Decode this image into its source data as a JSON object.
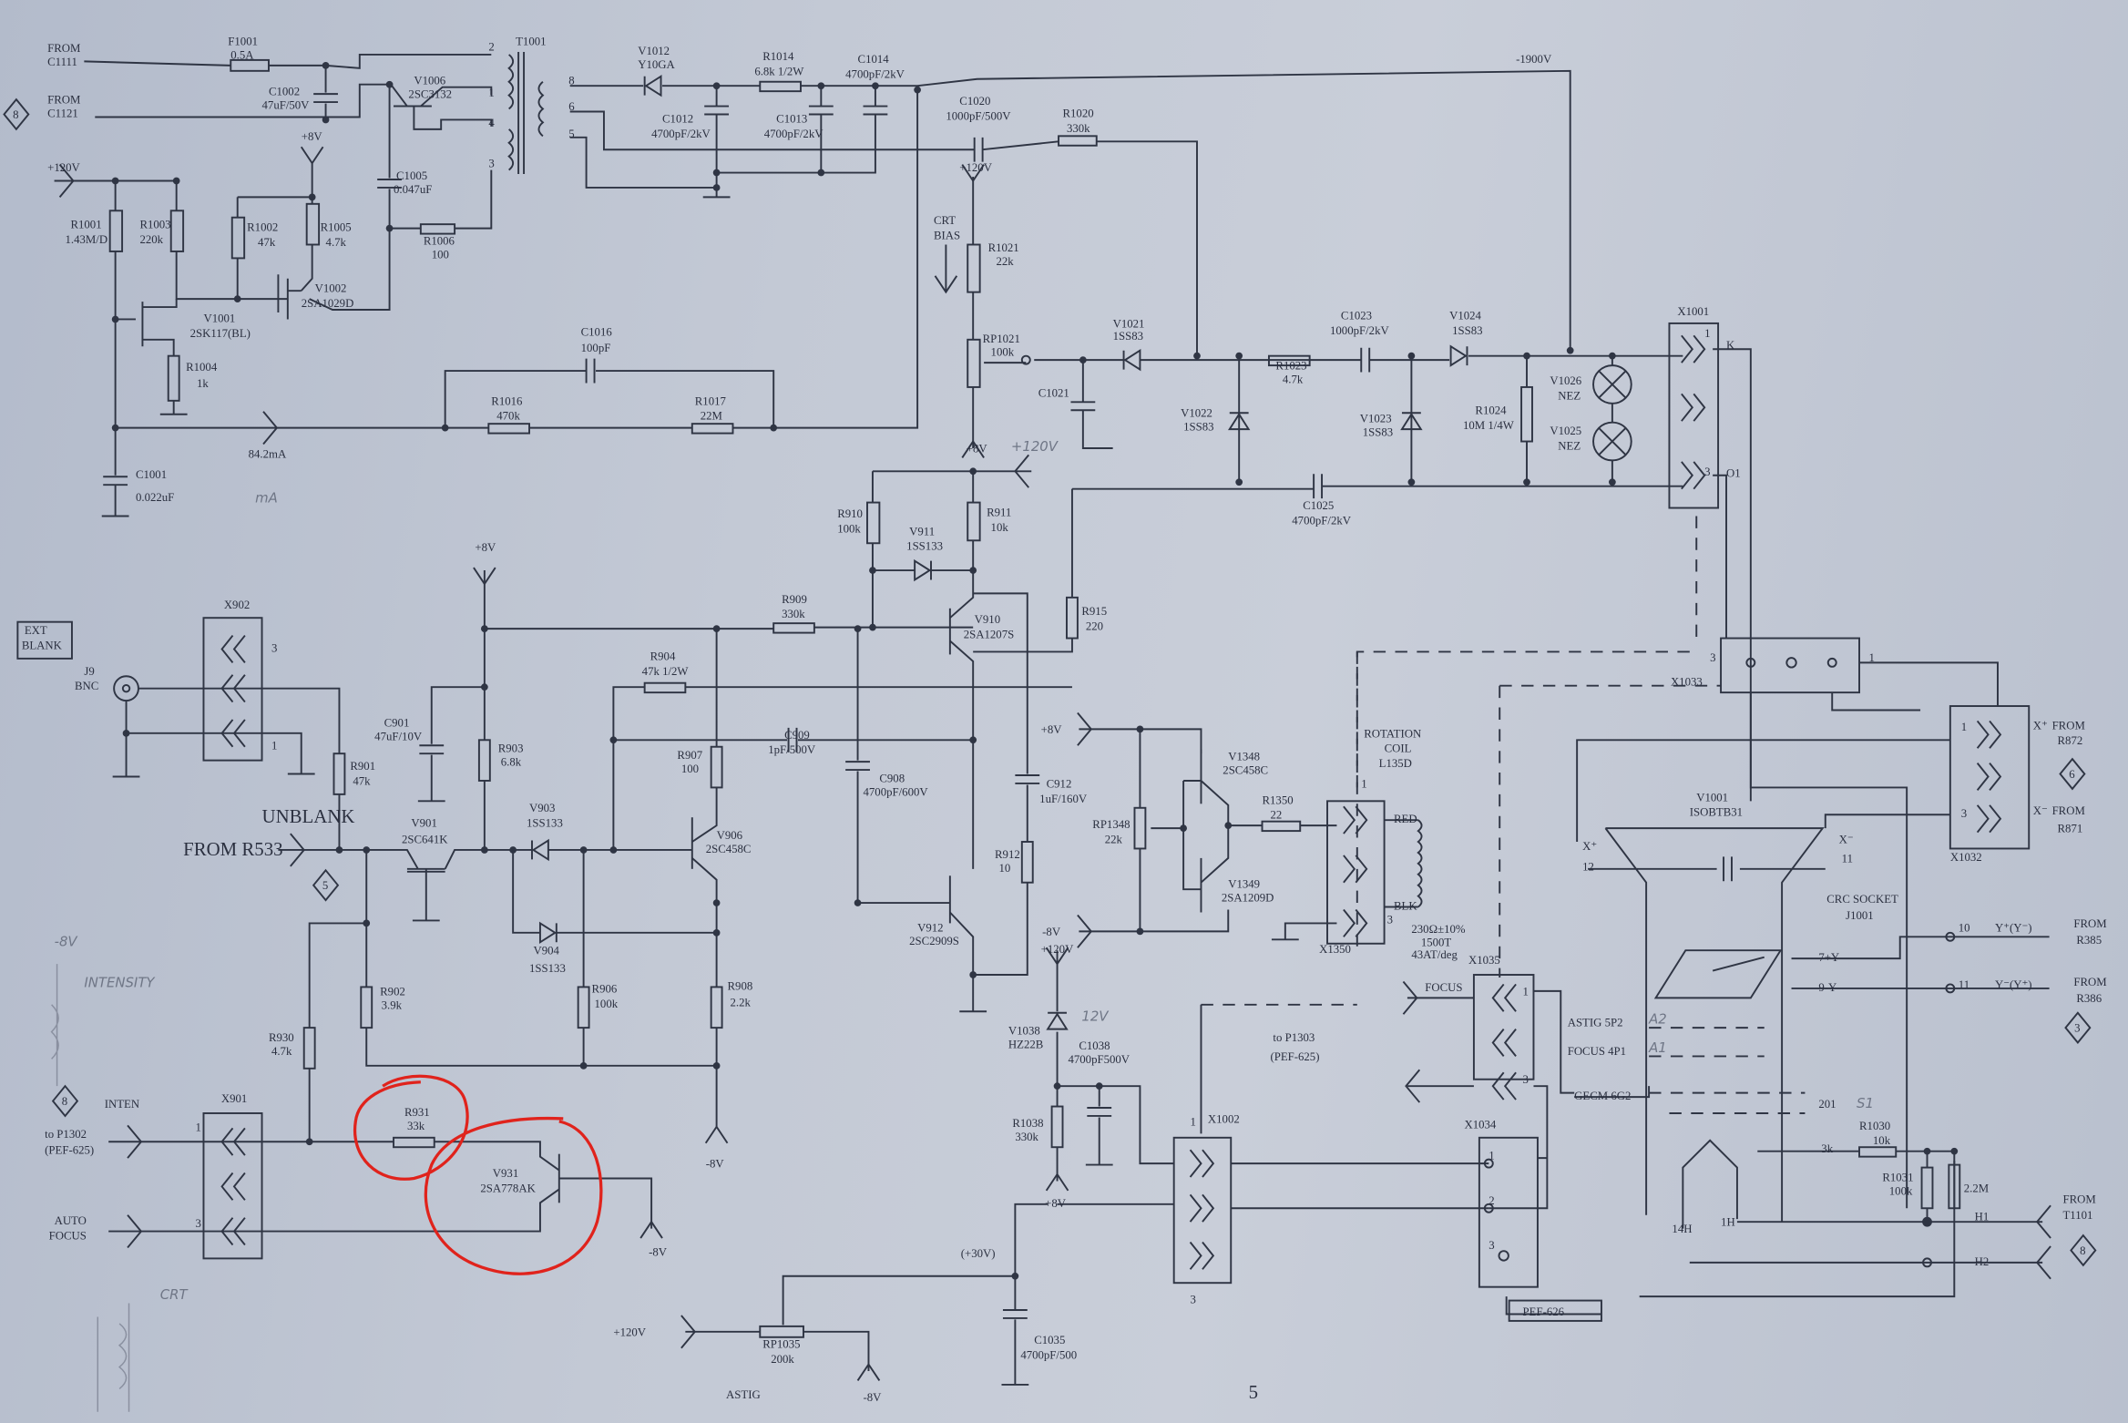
{
  "page_number": "5",
  "components": {
    "F1001": [
      "F1001",
      "0.5A"
    ],
    "C1002": [
      "C1002",
      "47uF/50V"
    ],
    "V1006": [
      "V1006",
      "2SC3132"
    ],
    "C1005": [
      "C1005",
      "0.047uF"
    ],
    "R1001": [
      "R1001",
      "1.43M/D"
    ],
    "R1003": [
      "R1003",
      "220k"
    ],
    "R1002": [
      "R1002",
      "47k"
    ],
    "R1005": [
      "R1005",
      "4.7k"
    ],
    "R1006": [
      "R1006",
      "100"
    ],
    "V1002": [
      "V1002",
      "2SA1029D"
    ],
    "V1001": [
      "V1001",
      "2SK117(BL)"
    ],
    "R1004": [
      "R1004",
      "1k"
    ],
    "C1016": [
      "C1016",
      "100pF"
    ],
    "R1016": [
      "R1016",
      "470k"
    ],
    "R1017": [
      "R1017",
      "22M"
    ],
    "C1001": [
      "C1001",
      "0.022uF"
    ],
    "V1012": [
      "V1012",
      "Y10GA"
    ],
    "R1014": [
      "R1014",
      "6.8k 1/2W"
    ],
    "C1014": [
      "C1014",
      "4700pF/2kV"
    ],
    "C1012": [
      "C1012",
      "4700pF/2kV"
    ],
    "C1013": [
      "C1013",
      "4700pF/2kV"
    ],
    "C1020": [
      "C1020",
      "1000pF/500V"
    ],
    "R1020": [
      "R1020",
      "330k"
    ],
    "R1021": [
      "R1021",
      "22k"
    ],
    "RP1021": [
      "RP1021",
      "100k"
    ],
    "V1021": [
      "V1021",
      "1SS83"
    ],
    "C1021": [
      "C1021"
    ],
    "V1022": [
      "V1022",
      "1SS83"
    ],
    "R1023": [
      "R1023",
      "4.7k"
    ],
    "C1023": [
      "C1023",
      "1000pF/2kV"
    ],
    "V1024": [
      "V1024",
      "1SS83"
    ],
    "V1023": [
      "V1023",
      "1SS83"
    ],
    "R1024": [
      "R1024",
      "10M 1/4W"
    ],
    "V1026": [
      "V1026",
      "NEZ"
    ],
    "V1025": [
      "V1025",
      "NEZ"
    ],
    "C1025": [
      "C1025",
      "4700pF/2kV"
    ],
    "X1001": [
      "X1001"
    ],
    "T1001": [
      "T1001"
    ],
    "X902": [
      "X902"
    ],
    "J9": [
      "J9",
      "BNC"
    ],
    "C901": [
      "C901",
      "47uF/10V"
    ],
    "R901": [
      "R901",
      "47k"
    ],
    "R903": [
      "R903",
      "6.8k"
    ],
    "V901": [
      "V901",
      "2SC641K"
    ],
    "V903": [
      "V903",
      "1SS133"
    ],
    "R904": [
      "R904",
      "47k 1/2W"
    ],
    "R909": [
      "R909",
      "330k"
    ],
    "C909": [
      "C909",
      "1pF/500V"
    ],
    "R907": [
      "R907",
      "100"
    ],
    "V906": [
      "V906",
      "2SC458C"
    ],
    "C908": [
      "C908",
      "4700pF/600V"
    ],
    "R910": [
      "R910",
      "100k"
    ],
    "V911": [
      "V911",
      "1SS133"
    ],
    "R911": [
      "R911",
      "10k"
    ],
    "V910": [
      "V910",
      "2SA1207S"
    ],
    "R915": [
      "R915",
      "220"
    ],
    "C912": [
      "C912",
      "1uF/160V"
    ],
    "R912": [
      "R912",
      "10"
    ],
    "V912": [
      "V912",
      "2SC2909S"
    ],
    "V904": [
      "V904",
      "1SS133"
    ],
    "R902": [
      "R902",
      "3.9k"
    ],
    "R906": [
      "R906",
      "100k"
    ],
    "R908": [
      "R908",
      "2.2k"
    ],
    "R930": [
      "R930",
      "4.7k"
    ],
    "X901": [
      "X901"
    ],
    "R931": [
      "R931",
      "33k"
    ],
    "V931": [
      "V931",
      "2SA778AK"
    ],
    "RP1035": [
      "RP1035",
      "200k"
    ],
    "C1035": [
      "C1035",
      "4700pF/500"
    ],
    "V1348": [
      "V1348",
      "2SC458C"
    ],
    "RP1348": [
      "RP1348",
      "22k"
    ],
    "R1350": [
      "R1350",
      "22"
    ],
    "V1349": [
      "V1349",
      "2SA1209D"
    ],
    "X1350": [
      "X1350"
    ],
    "V1038": [
      "V1038",
      "HZ22B"
    ],
    "C1038": [
      "C1038",
      "4700pF500V"
    ],
    "R1038": [
      "R1038",
      "330k"
    ],
    "X1002": [
      "X1002"
    ],
    "X1035": [
      "X1035"
    ],
    "X1034": [
      "X1034"
    ],
    "X1033": [
      "X1033"
    ],
    "X1032": [
      "X1032"
    ],
    "V1001_CRT": [
      "V1001",
      "ISOBTB31"
    ],
    "R1030": [
      "R1030",
      "10k"
    ],
    "R1031": [
      "R1031",
      "100k"
    ],
    "R_2_2M": [
      "2.2M"
    ]
  },
  "nets": {
    "from_c1111": [
      "FROM",
      "C1111"
    ],
    "from_c1121": [
      "FROM",
      "C1121"
    ],
    "plus8v": "+8V",
    "plus120v": "+120V",
    "minus8v": "-8V",
    "current": "84.2mA",
    "minus1900v": "-1900V",
    "crt_bias": [
      "CRT",
      "BIAS"
    ],
    "ext_blank": [
      "EXT",
      "BLANK"
    ],
    "unblank": "UNBLANK",
    "from_r533": "FROM R533",
    "inten": "INTEN",
    "to_p1302": [
      "to P1302",
      "(PEF-625)"
    ],
    "auto_focus": [
      "AUTO",
      "FOCUS"
    ],
    "astig": "ASTIG",
    "plus30v": "(+30V)",
    "rotation_coil": [
      "ROTATION",
      "COIL",
      "L135D"
    ],
    "red": "RED",
    "blk": "BLK",
    "coil_spec": [
      "230Ω±10%",
      "1500T",
      "43AT/deg"
    ],
    "to_p1303": [
      "to P1303",
      "(PEF-625)"
    ],
    "focus": "FOCUS",
    "astig_5p2": "ASTIG 5P2",
    "focus_4p1": "FOCUS 4P1",
    "gecm_6g2": "GECM 6G2",
    "pef_626": "PEF-626",
    "x_plus_from": [
      "X⁺",
      "FROM",
      "R872"
    ],
    "x_minus_from": [
      "X⁻",
      "FROM",
      "R871"
    ],
    "crt_x_plus": [
      "X⁺",
      "12"
    ],
    "crt_x_minus": [
      "X⁻",
      "11"
    ],
    "crc_socket": [
      "CRC SOCKET",
      "J1001"
    ],
    "y_plus": [
      "10",
      "Y⁺(Y⁻)",
      "FROM",
      "R385"
    ],
    "y_minus": [
      "11",
      "Y⁻(Y⁺)",
      "FROM",
      "R386"
    ],
    "pin_7y": "7+Y",
    "pin_9y": "9-Y",
    "pin_201": "201",
    "r_3k": "3k",
    "pin_14h": "14H",
    "pin_1h": "1H",
    "h1": "H1",
    "h2": "H2",
    "from_t1101": [
      "FROM",
      "T1101"
    ],
    "x1001_pins": [
      "1",
      "K",
      "3",
      "O1"
    ],
    "t1001_pins": [
      "2",
      "1",
      "4",
      "3",
      "8",
      "6",
      "5"
    ],
    "pins": [
      "1",
      "3",
      "1",
      "3",
      "1",
      "3",
      "1",
      "2",
      "3",
      "3",
      "1",
      "1",
      "3",
      "1",
      "3"
    ]
  },
  "markers": [
    "8",
    "5",
    "8",
    "6",
    "3",
    "8"
  ],
  "handwritten": [
    "-8V",
    "INTENSITY",
    "CRT",
    "mA",
    "+120V",
    "12V",
    "A2",
    "A1",
    "S1"
  ]
}
